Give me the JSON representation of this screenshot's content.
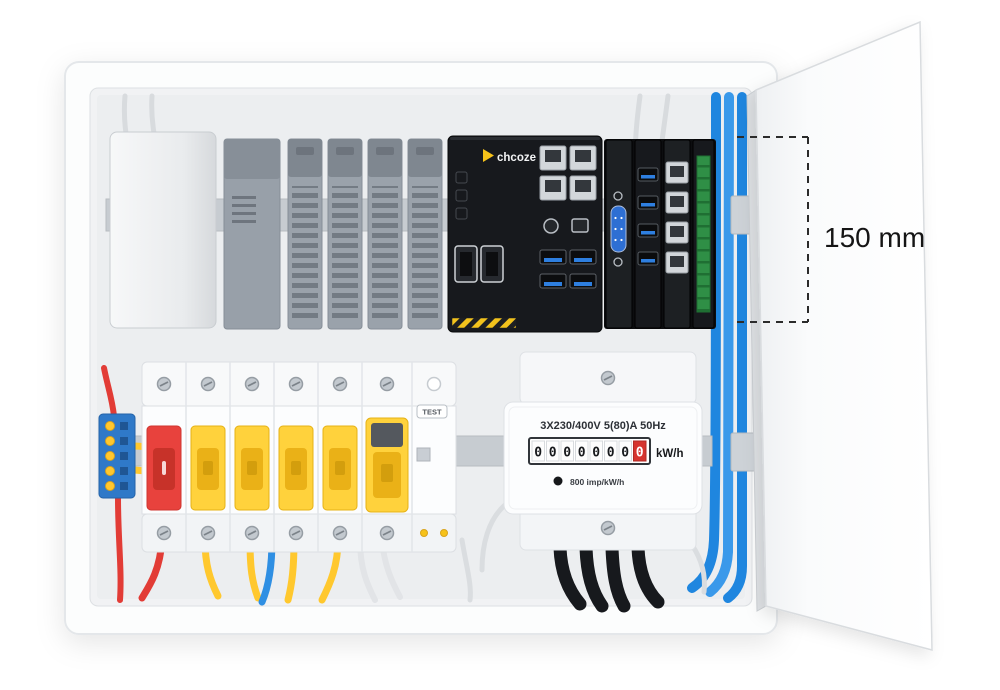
{
  "annotation": {
    "measurement_label": "150 mm"
  },
  "industrial_pc": {
    "brand": "chcoze"
  },
  "breaker_panel": {
    "test_label": "TEST"
  },
  "energy_meter": {
    "rating": "3X230/400V 5(80)A 50Hz",
    "digits": [
      "0",
      "0",
      "0",
      "0",
      "0",
      "0",
      "0",
      "0"
    ],
    "unit": "kW/h",
    "impulse_rate": "800 imp/kW/h"
  },
  "colors": {
    "accent_yellow": "#f6c21a",
    "breaker_red": "#e8423d",
    "breaker_yellow": "#ffd23c",
    "cable_blue": "#2f8fe3",
    "meter_digit_red": "#d6342e",
    "pc_black": "#17191d",
    "panel_gray": "#eceef0"
  }
}
